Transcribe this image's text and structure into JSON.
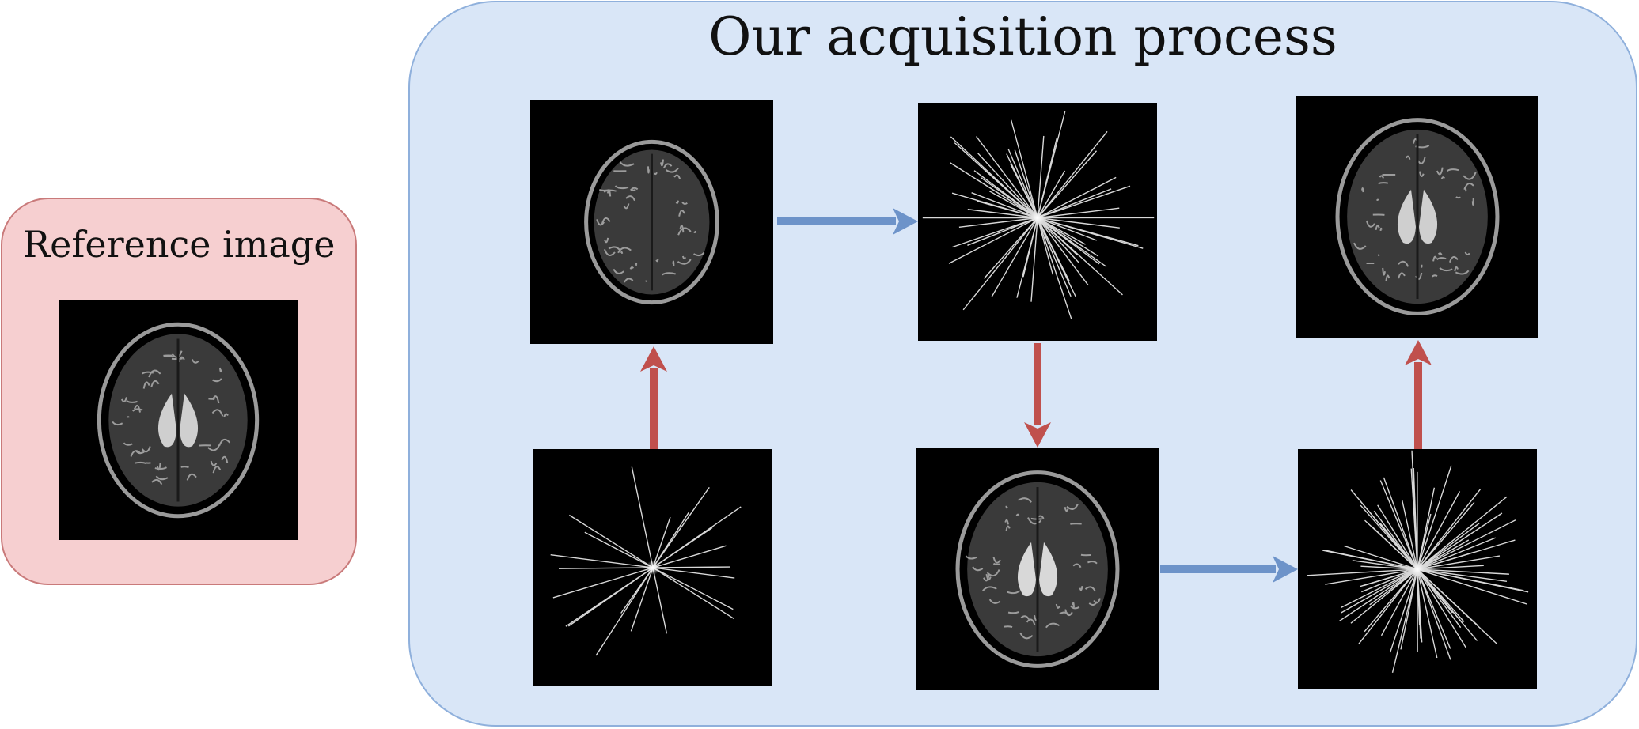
{
  "reference": {
    "title": "Reference image"
  },
  "acquisition": {
    "title": "Our acquisition process"
  },
  "colors": {
    "reference_panel": "#f6cfd0",
    "acquisition_panel": "#d9e6f7",
    "red_arrow": "#c0504d",
    "blue_arrow": "#6d93c9",
    "image_background": "#000000"
  },
  "images": [
    {
      "name": "reference-brain-mri",
      "kind": "brain"
    },
    {
      "name": "acquired-brain-top-left",
      "kind": "brain"
    },
    {
      "name": "kspace-radial-top-middle",
      "kind": "spokes"
    },
    {
      "name": "reconstructed-brain-top-right",
      "kind": "brain"
    },
    {
      "name": "kspace-radial-bottom-left",
      "kind": "spokes"
    },
    {
      "name": "acquired-brain-bottom-middle",
      "kind": "brain"
    },
    {
      "name": "kspace-radial-bottom-right",
      "kind": "spokes"
    }
  ],
  "arrows": [
    {
      "name": "blue-arrow-top",
      "color": "blue"
    },
    {
      "name": "blue-arrow-bottom",
      "color": "blue"
    },
    {
      "name": "red-arrow-up-left",
      "color": "red"
    },
    {
      "name": "red-arrow-down-middle",
      "color": "red"
    },
    {
      "name": "red-arrow-up-right",
      "color": "red"
    }
  ]
}
